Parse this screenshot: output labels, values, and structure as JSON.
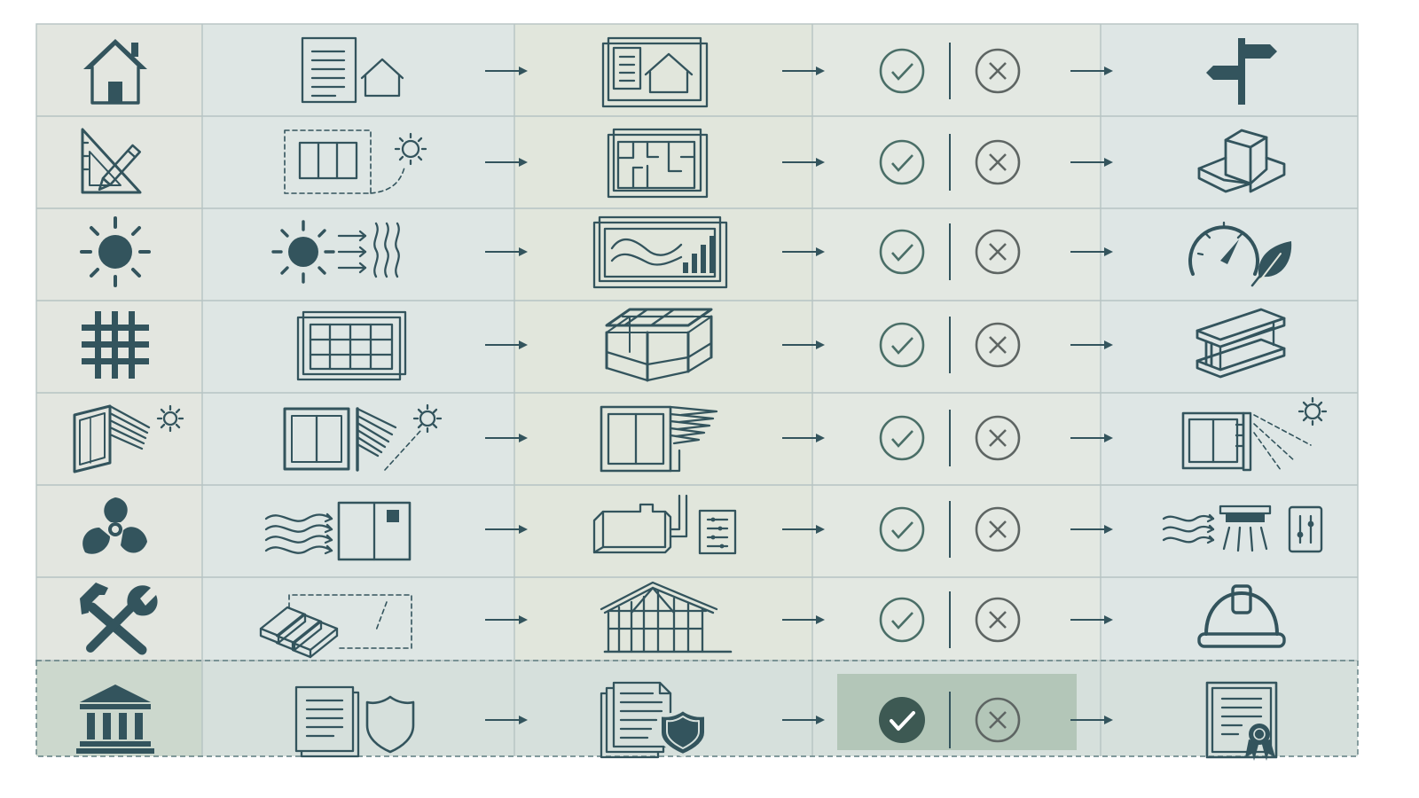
{
  "rows": [
    {
      "key": "site",
      "icon": "house-icon",
      "input_icon": "document-house-icon",
      "output_icon": "site-plan-drawing-icon",
      "result_icon": "signpost-icon",
      "approved": false
    },
    {
      "key": "design",
      "icon": "set-square-pencil-icon",
      "input_icon": "sketch-sun-orientation-icon",
      "output_icon": "floor-plan-drawing-icon",
      "result_icon": "building-volume-icon",
      "approved": false
    },
    {
      "key": "energy",
      "icon": "sun-icon",
      "input_icon": "sun-heat-flow-icon",
      "output_icon": "energy-chart-drawing-icon",
      "result_icon": "gauge-leaf-icon",
      "approved": false
    },
    {
      "key": "structure",
      "icon": "grid-icon",
      "input_icon": "structural-grid-sheet-icon",
      "output_icon": "frame-structure-icon",
      "result_icon": "steel-beam-icon",
      "approved": false
    },
    {
      "key": "glazing",
      "icon": "window-sunrays-icon",
      "input_icon": "window-shading-sun-icon",
      "output_icon": "window-louvre-icon",
      "result_icon": "window-shade-sun-icon",
      "approved": false
    },
    {
      "key": "ventilation",
      "icon": "fan-icon",
      "input_icon": "airflow-panel-icon",
      "output_icon": "hvac-unit-controls-icon",
      "result_icon": "airflow-diffuser-controls-icon",
      "approved": false
    },
    {
      "key": "construction",
      "icon": "hammer-wrench-icon",
      "input_icon": "timber-beams-icon",
      "output_icon": "timber-frame-house-icon",
      "result_icon": "hard-hat-icon",
      "approved": false
    },
    {
      "key": "permit",
      "icon": "government-building-icon",
      "input_icon": "document-shield-icon",
      "output_icon": "documents-shield-icon",
      "result_icon": "certificate-icon",
      "approved": true
    }
  ],
  "decision": {
    "approve_icon": "check-circle-icon",
    "reject_icon": "x-circle-icon"
  },
  "flow": {
    "arrow_icon": "arrow-right-icon"
  },
  "colors": {
    "icon": "#33545d",
    "grid_line": "#b6c3c3",
    "col1_fill": "#e3e6e0",
    "col2_fill": "#dee6e4",
    "col3_fill": "#e1e6dc",
    "col4_fill": "#e3e8e2",
    "col5_fill": "#dee6e5",
    "highlight_row": "#d6e0dc",
    "highlight_col1": "#ccd8cd",
    "highlight_decision": "#b3c6b8",
    "approve": "#4a6e67",
    "reject": "#5e6563",
    "approved_fill": "#3d5953"
  }
}
